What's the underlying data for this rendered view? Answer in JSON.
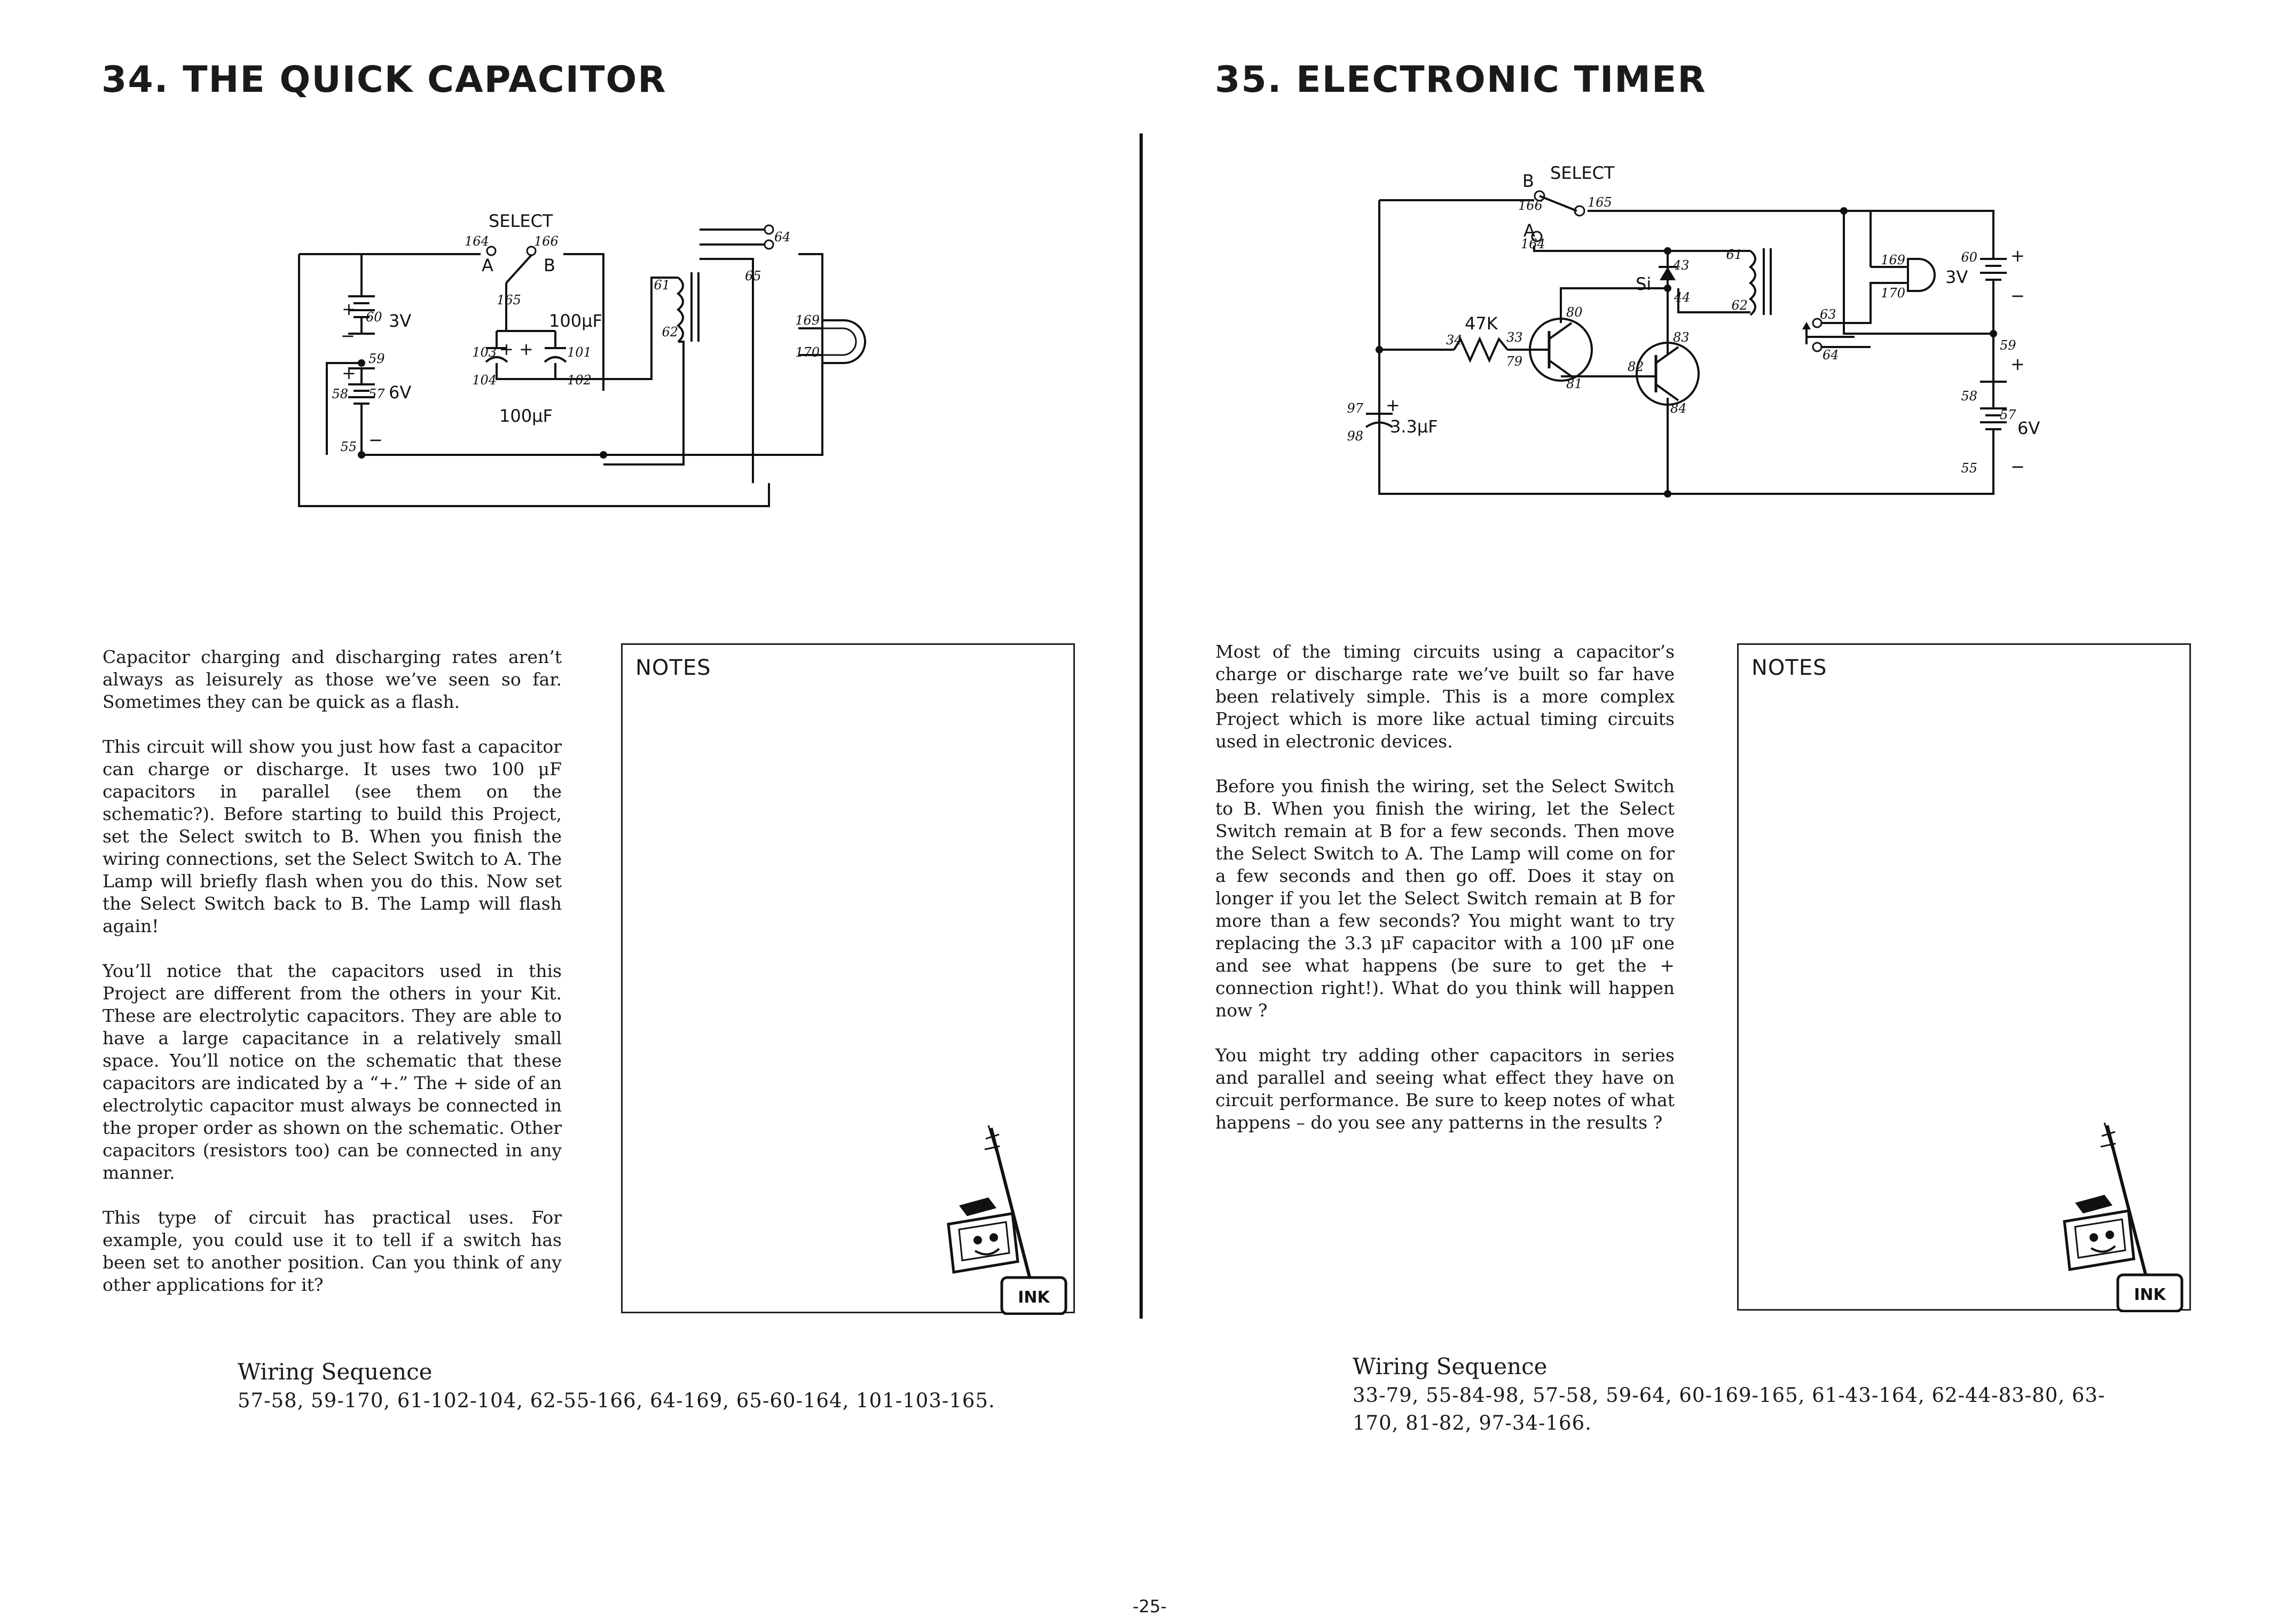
{
  "left": {
    "title": "34. THE QUICK CAPACITOR",
    "schematic": {
      "select": "SELECT",
      "a": "A",
      "b": "B",
      "n164": "164",
      "n166": "166",
      "n165": "165",
      "n60": "60",
      "n59": "59",
      "n58": "58",
      "n57": "57",
      "n55": "55",
      "v3": "3V",
      "v6": "6V",
      "cap_top": "100μF",
      "cap_bottom": "100μF",
      "n103": "103",
      "n101": "101",
      "n104": "104",
      "n102": "102",
      "n61": "61",
      "n62": "62",
      "n64": "64",
      "n65": "65",
      "n169": "169",
      "n170": "170",
      "plus": "+",
      "minus": "−"
    },
    "paragraphs": [
      "Capacitor charging and discharging rates aren’t always as leisurely as those we’ve seen so far. Sometimes they can be quick as a flash.",
      "This circuit will show you just how fast a capacitor can charge or discharge. It uses two 100 μF capacitors in parallel (see them on the schematic?). Before starting to build this Project, set the Select switch to B. When you finish the wiring connections, set the Select Switch to A. The Lamp will briefly flash when you do this. Now set the Select Switch back to B. The Lamp will flash again!",
      "You’ll notice that the capacitors used in this Project are different from the others in your Kit. These are electrolytic capacitors. They are able to have a large capacitance in a relatively small space. You’ll notice on the schematic that these capacitors are indicated by a “+.” The + side of an electrolytic capacitor must always be connected in the proper order as shown on the schematic. Other capacitors (resistors too) can be connected in any manner.",
      "This type of circuit has practical uses. For example, you could use it to tell if a switch has been set to another position. Can you think of any other applications for it?"
    ],
    "notes_label": "NOTES",
    "wiring_title": "Wiring Sequence",
    "wiring_sequence": "57-58, 59-170, 61-102-104, 62-55-166, 64-169, 65-60-164, 101-103-165."
  },
  "right": {
    "title": "35. ELECTRONIC TIMER",
    "schematic": {
      "select": "SELECT",
      "b": "B",
      "a": "A",
      "n166": "166",
      "n165": "165",
      "n164": "164",
      "r47k": "47K",
      "n34": "34",
      "n33": "33",
      "n79": "79",
      "n80": "80",
      "n81": "81",
      "n82": "82",
      "n83": "83",
      "n84": "84",
      "si": "Si",
      "n43": "43",
      "n44": "44",
      "n61": "61",
      "n62": "62",
      "n63": "63",
      "n64": "64",
      "n169": "169",
      "n170": "170",
      "v3": "3V",
      "v6": "6V",
      "n60": "60",
      "n59": "59",
      "n58": "58",
      "n57": "57",
      "n55": "55",
      "n97": "97",
      "n98": "98",
      "cap": "3.3μF",
      "plus": "+",
      "minus": "−"
    },
    "paragraphs": [
      "Most of the timing circuits using a capacitor’s charge or discharge rate we’ve built so far have been relatively simple. This is a more complex Project which is more like actual timing circuits used in electronic devices.",
      "Before you finish the wiring, set the Select Switch to B. When you finish the wiring, let the Select Switch remain at B for a few seconds. Then move the Select Switch to A. The Lamp will come on for a few seconds and then go off. Does it stay on longer if you let the Select Switch remain at B for more than a few seconds? You might want to try replacing the 3.3 μF capacitor with a 100 μF one and see what happens (be sure to get the + connection right!). What do you think will happen now ?",
      "You might try adding other capacitors in series and parallel and seeing what effect they have on circuit performance. Be sure to keep notes of what happens – do you see any patterns in the results ?"
    ],
    "notes_label": "NOTES",
    "wiring_title": "Wiring Sequence",
    "wiring_sequence": "33-79, 55-84-98, 57-58, 59-64, 60-169-165, 61-43-164, 62-44-83-80, 63-170, 81-82, 97-34-166."
  },
  "mascot_sign": "INK",
  "page_number": "-25-"
}
